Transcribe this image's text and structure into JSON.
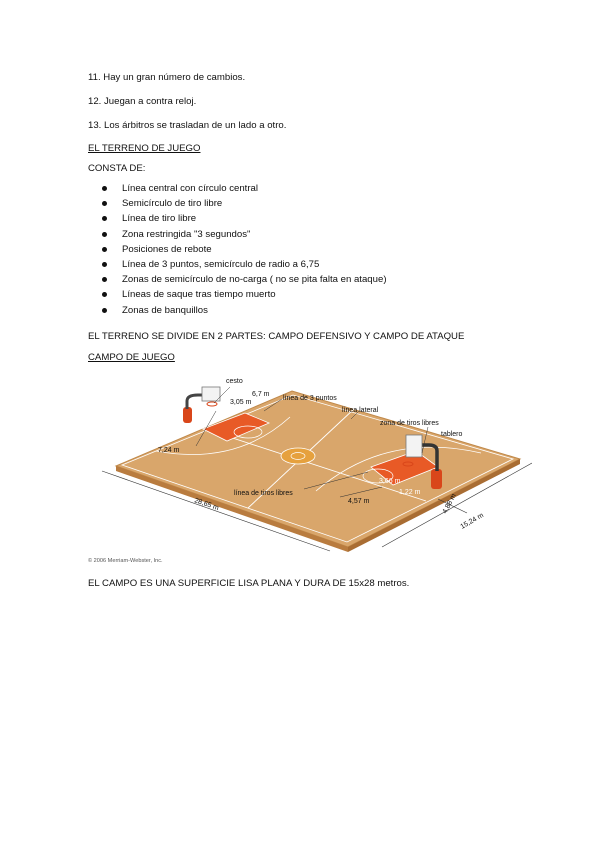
{
  "intro": [
    "11. Hay un gran número de cambios.",
    "12. Juegan a contra reloj.",
    "13. Los árbitros se trasladan de un lado a otro."
  ],
  "section_title": "EL TERRENO DE JUEGO",
  "consta_label": "CONSTA DE:",
  "items": [
    "Línea central con círculo central",
    "Semicírculo de tiro libre",
    "Línea de tiro libre",
    "Zona restringida \"3 segundos\"",
    "Posiciones de rebote",
    "Línea de 3 puntos, semicírculo de radio a 6,75",
    "Zonas de semicírculo de no-carga ( no se pita falta en ataque)",
    "Líneas de saque tras tiempo muerto",
    "Zonas de banquillos"
  ],
  "divide_text": "EL TERRENO SE DIVIDE EN 2 PARTES: CAMPO DEFENSIVO Y CAMPO DE ATAQUE",
  "campo_title": "CAMPO DE JUEGO",
  "figure": {
    "labels": {
      "cesto": "cesto",
      "d_67": "6,7 m",
      "d_305": "3,05 m",
      "linea_3": "línea de 3 puntos",
      "linea_lateral": "línea lateral",
      "zona_tiros": "zona de tiros libres",
      "tablero": "tablero",
      "d_724": "7,24 m",
      "d_366": "3,66 m",
      "d_122": "1,22 m",
      "linea_tiros": "línea de tiros libres",
      "d_457": "4,57 m",
      "d_488": "4,88 m",
      "d_2865": "28,65 m",
      "d_1524": "15,24 m"
    },
    "copyright": "© 2006 Merriam-Webster, Inc.",
    "colors": {
      "floor": "#d9a66b",
      "floor_edge": "#c0894a",
      "paint": "#e85a26",
      "pole": "#d9461a"
    }
  },
  "footer_text": "EL CAMPO ES UNA SUPERFICIE LISA PLANA Y DURA DE 15x28 metros."
}
